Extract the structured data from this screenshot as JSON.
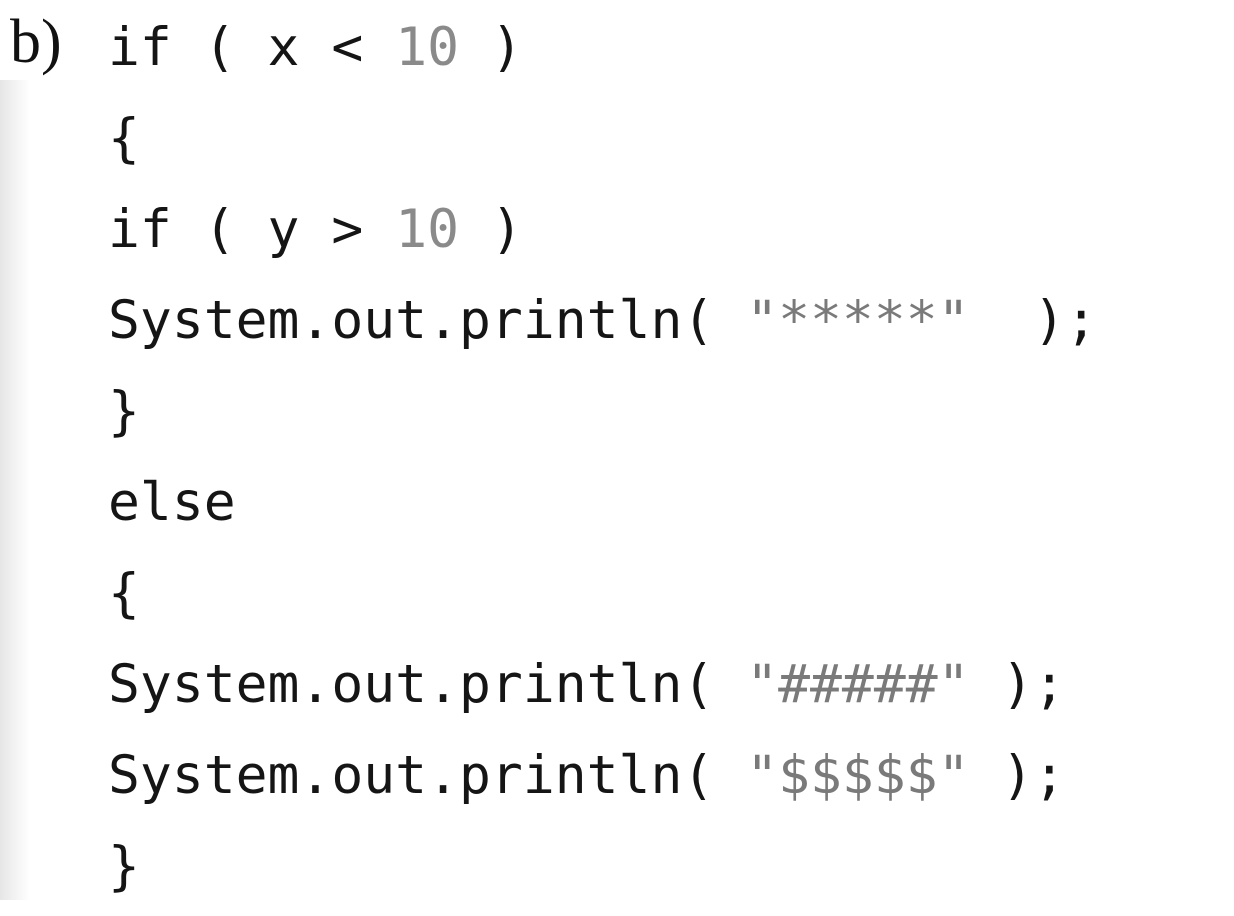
{
  "label": "b)",
  "code": {
    "line1": {
      "kw": "if ( x < ",
      "num": "10",
      "tail": " )"
    },
    "line2": "{",
    "line3": {
      "kw": "if ( y > ",
      "num": "10",
      "tail": " )"
    },
    "line4": {
      "call": "System.out.println( ",
      "str": "\"*****\"",
      "tail": "  );"
    },
    "line5": "}",
    "line6": "else",
    "line7": "{",
    "line8": {
      "call": "System.out.println( ",
      "str": "\"#####\"",
      "tail": " );"
    },
    "line9": {
      "call": "System.out.println( ",
      "str": "\"$$$$$\"",
      "tail": " );"
    },
    "line10": "}"
  }
}
